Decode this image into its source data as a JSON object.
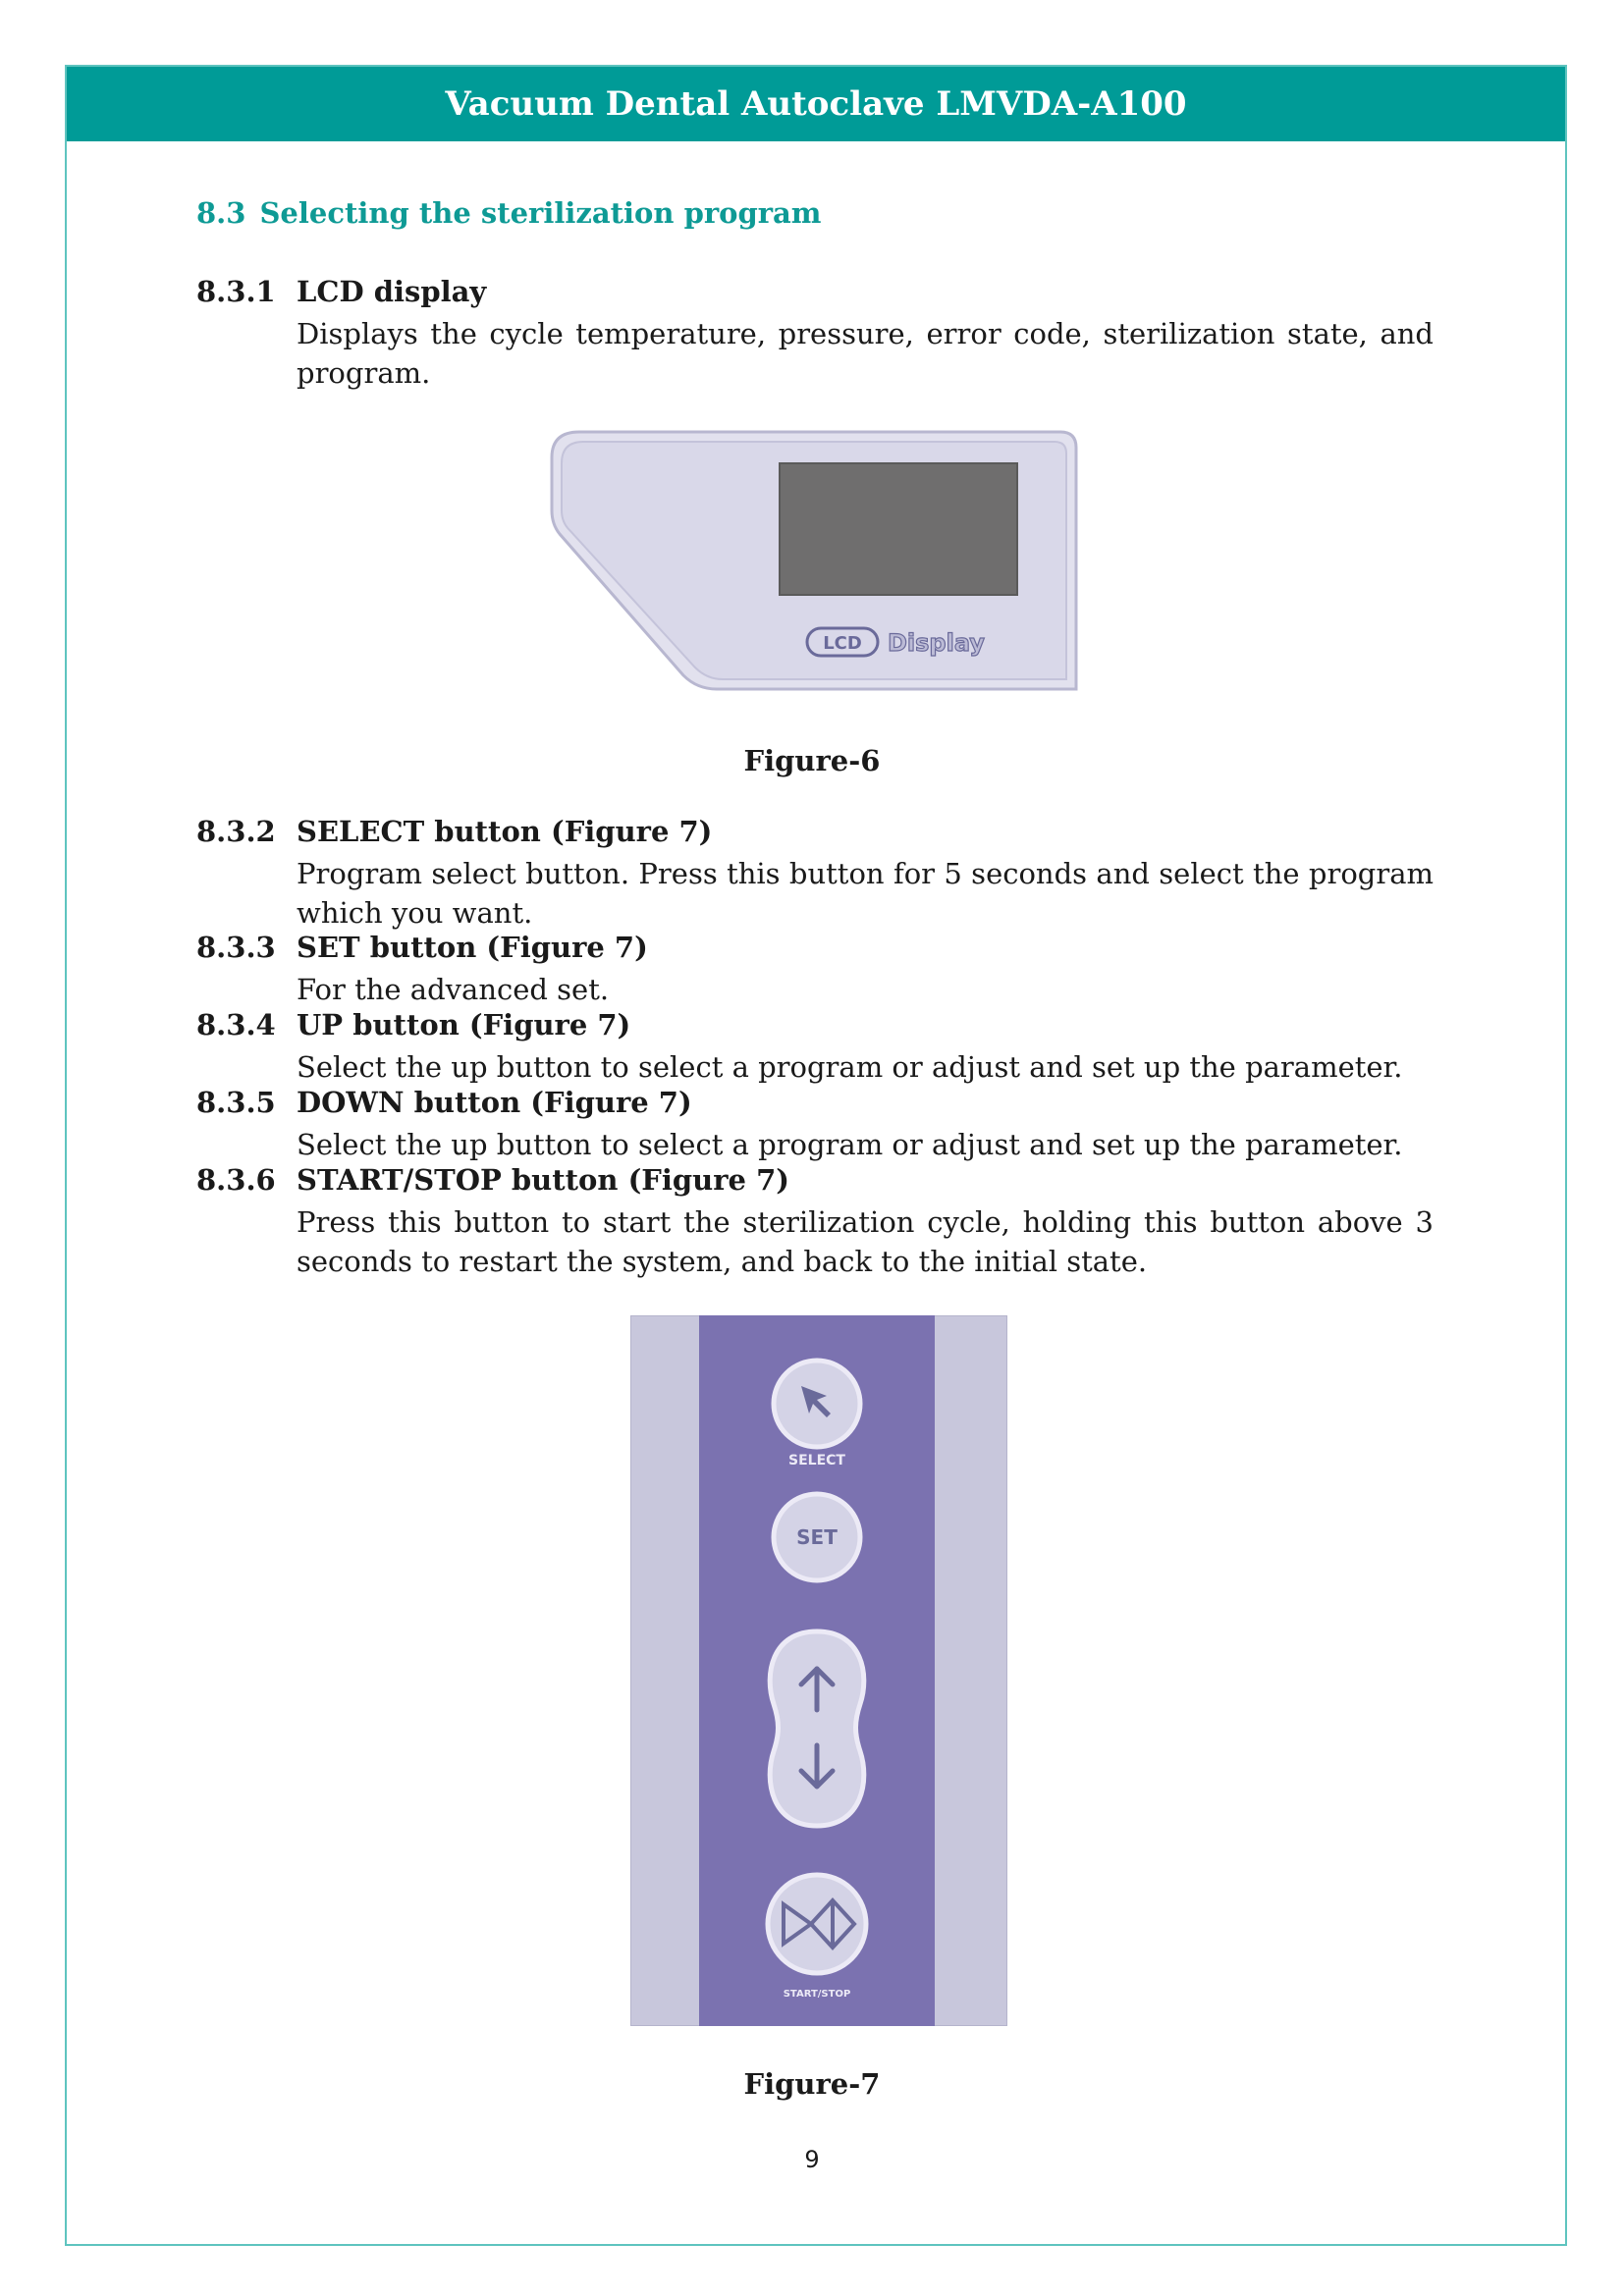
{
  "header": {
    "title": "Vacuum Dental Autoclave LMVDA-A100"
  },
  "section": {
    "number": "8.3",
    "title": "Selecting the sterilization program"
  },
  "items": [
    {
      "number": "8.3.1",
      "title": "LCD display",
      "text": "Displays the cycle temperature, pressure, error code, sterilization state, and program."
    },
    {
      "number": "8.3.2",
      "title": "SELECT button (Figure 7)",
      "text": "Program select button. Press this button for 5 seconds and select the program which you want."
    },
    {
      "number": "8.3.3",
      "title": "SET button (Figure 7)",
      "text": "For the advanced set."
    },
    {
      "number": "8.3.4",
      "title": "UP button (Figure 7)",
      "text": "Select the up button to select a program or adjust and set up the parameter."
    },
    {
      "number": "8.3.5",
      "title": "DOWN button (Figure 7)",
      "text": "Select the up button to select a program or adjust and set up the parameter."
    },
    {
      "number": "8.3.6",
      "title": "START/STOP button (Figure 7)",
      "text": "Press this button to start the sterilization cycle, holding this button above 3 seconds to restart the system, and back to the initial state."
    }
  ],
  "figure6": {
    "caption": "Figure-6",
    "panel_label": "LCD Display"
  },
  "figure7": {
    "caption": "Figure-7",
    "select_label": "SELECT",
    "set_label": "SET",
    "startstop_label": "START/STOP"
  },
  "page_number": "9",
  "colors": {
    "accent": "#009b97",
    "frame": "#5ec4bf",
    "panel_strip": "#7b72b0",
    "panel_bg": "#c8c7dc"
  }
}
